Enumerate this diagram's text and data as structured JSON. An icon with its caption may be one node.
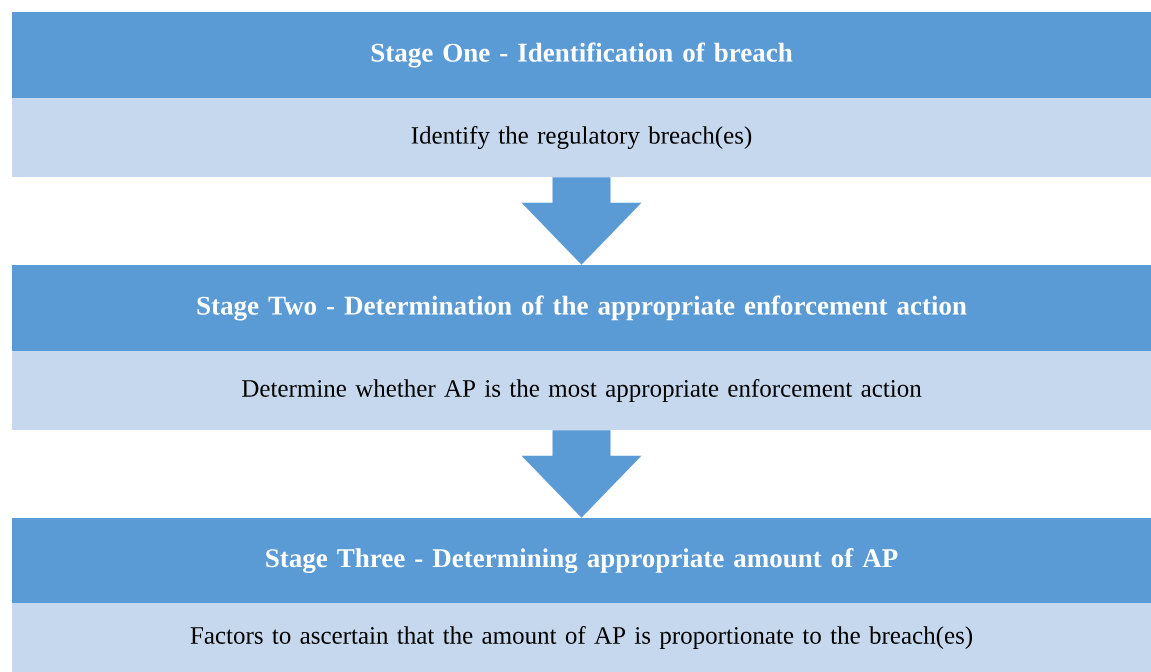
{
  "diagram": {
    "nodes": [
      {
        "text": [
          "Stage One - Identification of breach",
          "Identify the regulatory breach(es)"
        ]
      },
      {
        "text": [
          "Stage Two - Determination of the appropriate enforcement action",
          "Determine whether AP is the most appropriate enforcement action"
        ]
      },
      {
        "text": [
          "Stage Three - Determining appropriate amount of AP",
          "Factors to ascertain that the amount of AP is proportionate to the breach(es)"
        ]
      }
    ],
    "edges": [
      {
        "from": 0,
        "to": 1,
        "arrow": "to"
      },
      {
        "from": 1,
        "to": 2,
        "arrow": "to"
      }
    ]
  }
}
